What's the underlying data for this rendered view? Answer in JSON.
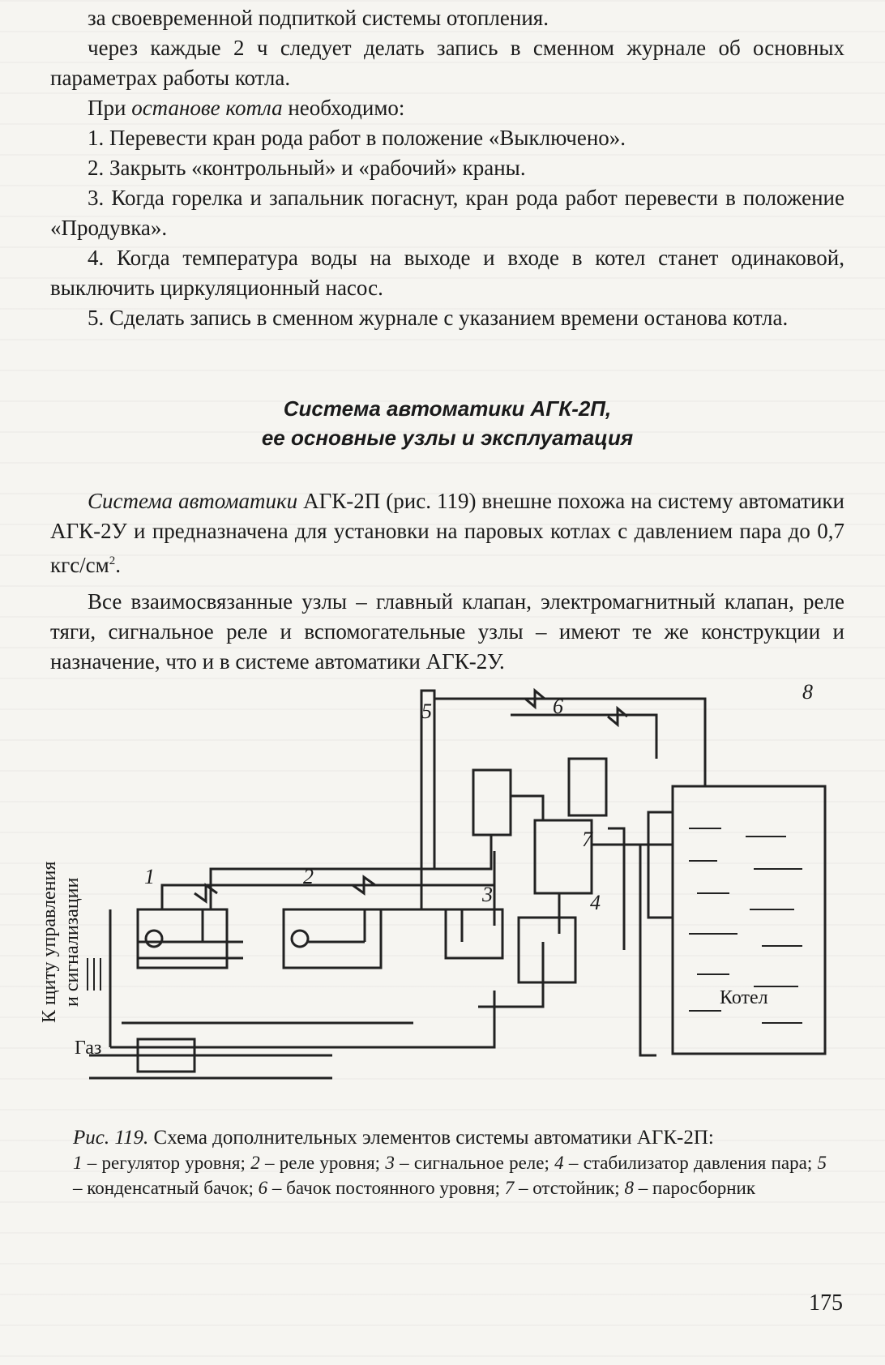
{
  "text": {
    "line0": "за своевременной подпиткой системы отопления.",
    "p1": "через каждые 2 ч следует делать запись в сменном журнале об основных параметрах работы котла.",
    "p2_pre": "При ",
    "p2_em": "останове котла",
    "p2_post": " необходимо:",
    "item1": "1. Перевести кран рода работ в положение «Выключено».",
    "item2": "2. Закрыть «контрольный» и «рабочий» краны.",
    "item3": "3. Когда горелка и запальник погаснут, кран рода работ перевести в положение «Продувка».",
    "item4": "4. Когда температура воды на выходе и входе в котел станет одинаковой, выключить циркуляционный насос.",
    "item5": "5. Сделать запись в сменном журнале с указанием времени останова котла."
  },
  "heading": {
    "line1": "Система автоматики АГК-2П,",
    "line2": "ее основные узлы и эксплуатация"
  },
  "body": {
    "p1_em": "Система автоматики",
    "p1_rest": " АГК-2П (рис. 119) внешне похожа на систему автоматики АГК-2У и предназначена для установки на паровых котлах с давлением пара до 0,7 кгс/см",
    "p1_sup": "2",
    "p1_end": ".",
    "p2": "Все взаимосвязанные узлы – главный клапан, электромагнитный клапан, реле тяги, сигнальное реле и вспомогательные узлы – имеют те же конструкции и назначение, что и в системе автоматики АГК-2У."
  },
  "figure": {
    "labels": [
      "1",
      "2",
      "3",
      "4",
      "5",
      "6",
      "7",
      "8"
    ],
    "boiler": "Котел",
    "gas": "Газ",
    "side1": "К щиту управления",
    "side2": "и сигнализации"
  },
  "caption": {
    "ris": "Рис. 119.",
    "title": " Схема дополнительных элементов системы автоматики АГК-2П:",
    "n1": "1",
    "t1": " – регулятор уровня; ",
    "n2": "2",
    "t2": " – реле уровня; ",
    "n3": "3",
    "t3": " – сигнальное реле; ",
    "n4": "4",
    "t4": " – стабилизатор давления пара; ",
    "n5": "5",
    "t5": " – конденсатный бачок; ",
    "n6": "6",
    "t6": " – бачок постоянного уровня; ",
    "n7": "7",
    "t7": " – отстойник; ",
    "n8": "8",
    "t8": " – паросборник"
  },
  "page_number": "175"
}
